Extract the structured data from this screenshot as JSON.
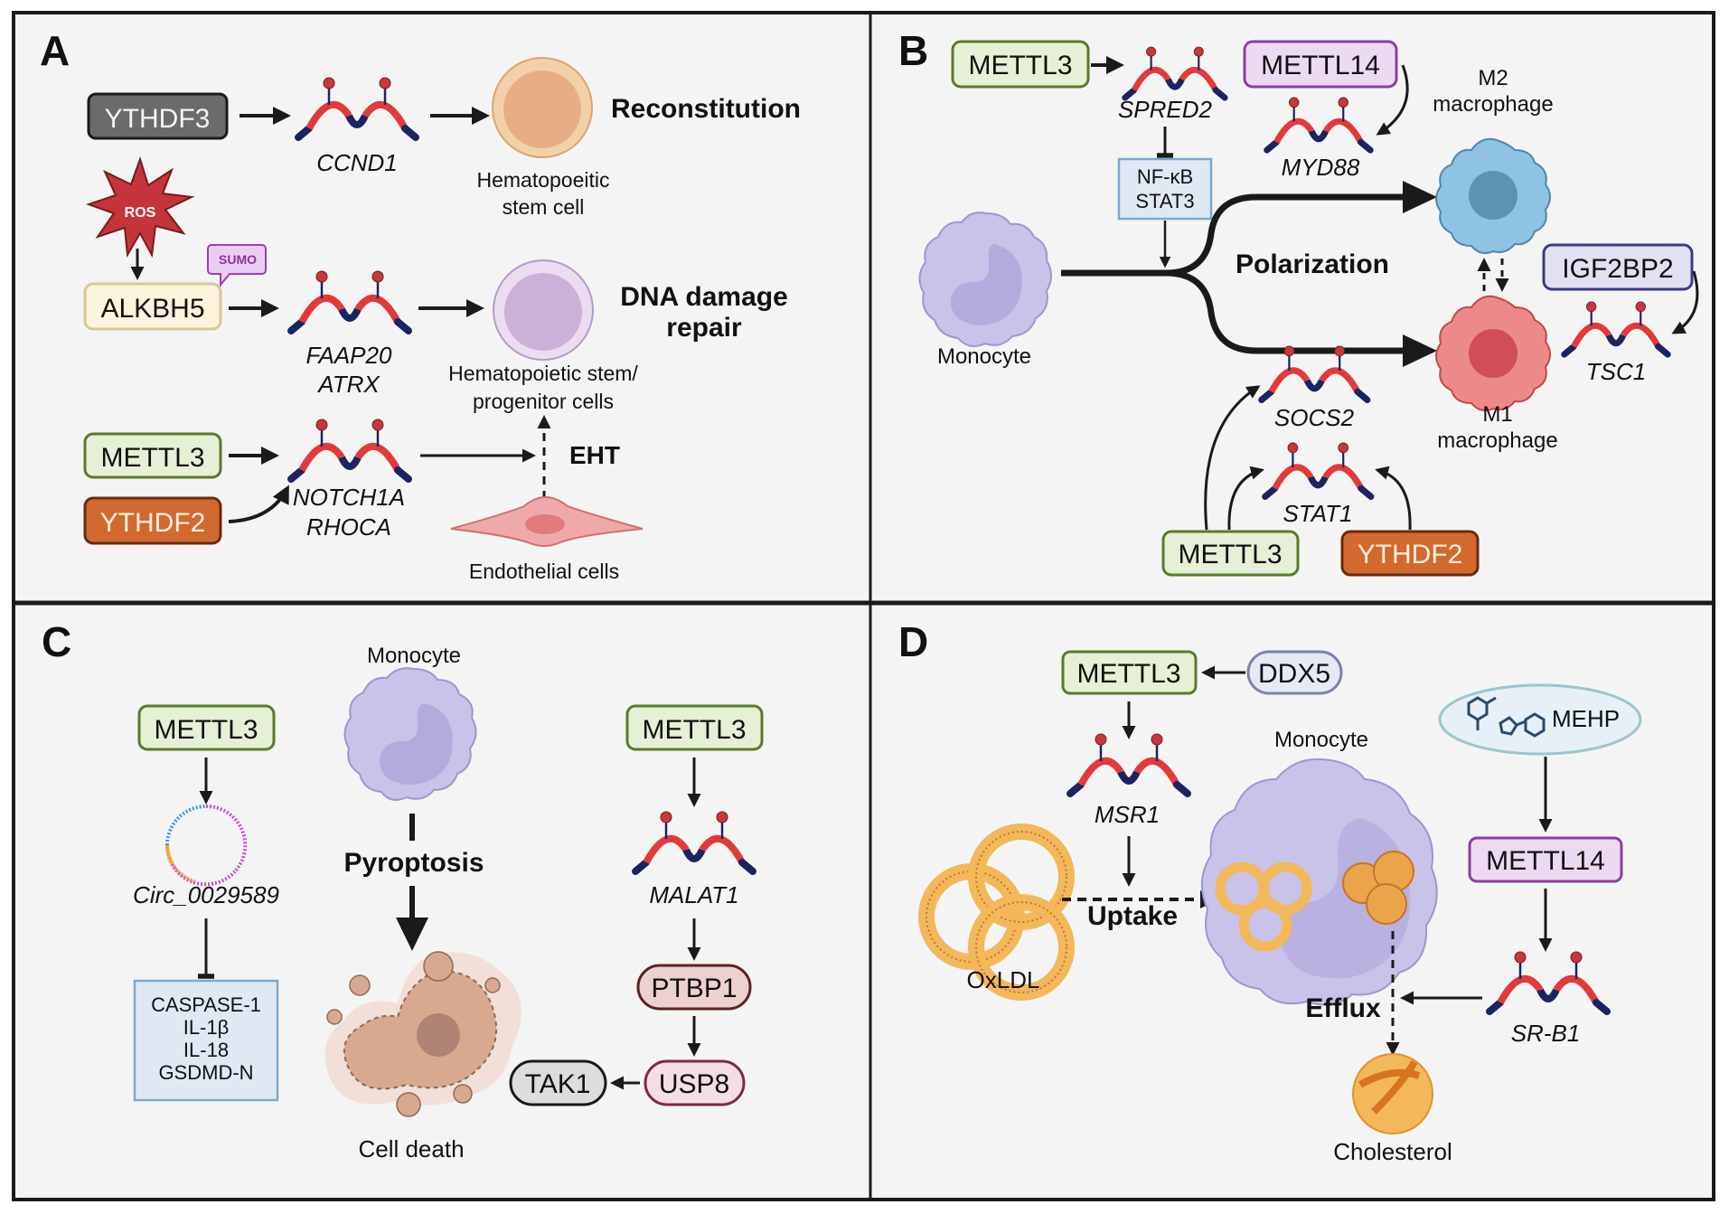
{
  "figure": {
    "colors": {
      "panel_bg": "#f4f4f4",
      "border": "#1a1a1a",
      "mrna_red": "#e23a3a",
      "mrna_navy": "#1a2460",
      "m6a_dot": "#c9363c",
      "ythdf3_fill": "#6b6b6b",
      "ythdf2_fill": "#d2692f",
      "mettl3_fill": "#e6f0d6",
      "mettl3_stroke": "#5a7a2a",
      "mettl14_fill": "#ecd9f2",
      "mettl14_stroke": "#8a3fa0",
      "alkbh5_fill": "#fbf3dc",
      "alkbh5_stroke": "#d8c896",
      "igf2bp2_fill": "#e1e1f2",
      "igf2bp2_stroke": "#3a3a8a",
      "box_blue_fill": "#dfe8f3",
      "box_blue_stroke": "#7fa6cf",
      "ptbp1_fill": "#edd0d0",
      "ptbp1_stroke": "#5a2222",
      "usp8_fill": "#f3dde6",
      "usp8_stroke": "#7a2a4a",
      "tak1_fill": "#dddddd",
      "ddx5_fill": "#e6e9f3",
      "ddx5_stroke": "#7a84a8",
      "mehp_fill": "#e6f0f6",
      "mehp_stroke": "#9cc6cc",
      "monocyte": "#c9c3ea",
      "m2_cell": "#8fc3e3",
      "m1_cell": "#ec8a8a",
      "hsc_cell": "#f3c196",
      "hspc_cell": "#dcc7e8",
      "endothelial": "#f0a9a9",
      "lipid": "#f2b85a",
      "ros": "#c5343b"
    },
    "panels": {
      "A": {
        "label": "A",
        "ythdf3": "YTHDF3",
        "ccnd1": "CCND1",
        "reconstitution": "Reconstitution",
        "hsc_label_1": "Hematopoeitic",
        "hsc_label_2": "stem cell",
        "ros": "ROS",
        "sumo": "SUMO",
        "alkbh5": "ALKBH5",
        "faap20": "FAAP20",
        "atrx": "ATRX",
        "dna_repair_1": "DNA damage",
        "dna_repair_2": "repair",
        "hspc_label_1": "Hematopoietic stem/",
        "hspc_label_2": "progenitor cells",
        "mettl3": "METTL3",
        "ythdf2": "YTHDF2",
        "notch1a": "NOTCH1A",
        "rhoca": "RHOCA",
        "eht": "EHT",
        "endothelial_label": "Endothelial cells"
      },
      "B": {
        "label": "B",
        "mettl3_top": "METTL3",
        "spred2": "SPRED2",
        "mettl14": "METTL14",
        "myd88": "MYD88",
        "m2_label_1": "M2",
        "m2_label_2": "macrophage",
        "nfkb": "NF-κB",
        "stat3": "STAT3",
        "monocyte": "Monocyte",
        "polarization": "Polarization",
        "igf2bp2": "IGF2BP2",
        "tsc1": "TSC1",
        "m1_label_1": "M1",
        "m1_label_2": "macrophage",
        "socs2": "SOCS2",
        "stat1": "STAT1",
        "mettl3_bottom": "METTL3",
        "ythdf2": "YTHDF2"
      },
      "C": {
        "label": "C",
        "monocyte": "Monocyte",
        "mettl3_left": "METTL3",
        "circ": "Circ_0029589",
        "targets": [
          "CASPASE-1",
          "IL-1β",
          "IL-18",
          "GSDMD-N"
        ],
        "pyroptosis": "Pyroptosis",
        "cell_death": "Cell death",
        "mettl3_right": "METTL3",
        "malat1": "MALAT1",
        "ptbp1": "PTBP1",
        "usp8": "USP8",
        "tak1": "TAK1"
      },
      "D": {
        "label": "D",
        "mettl3": "METTL3",
        "ddx5": "DDX5",
        "msr1": "MSR1",
        "monocyte": "Monocyte",
        "mehp": "MEHP",
        "mettl14": "METTL14",
        "srb1": "SR-B1",
        "oxldl": "OxLDL",
        "uptake": "Uptake",
        "efflux": "Efflux",
        "cholesterol": "Cholesterol"
      }
    }
  }
}
